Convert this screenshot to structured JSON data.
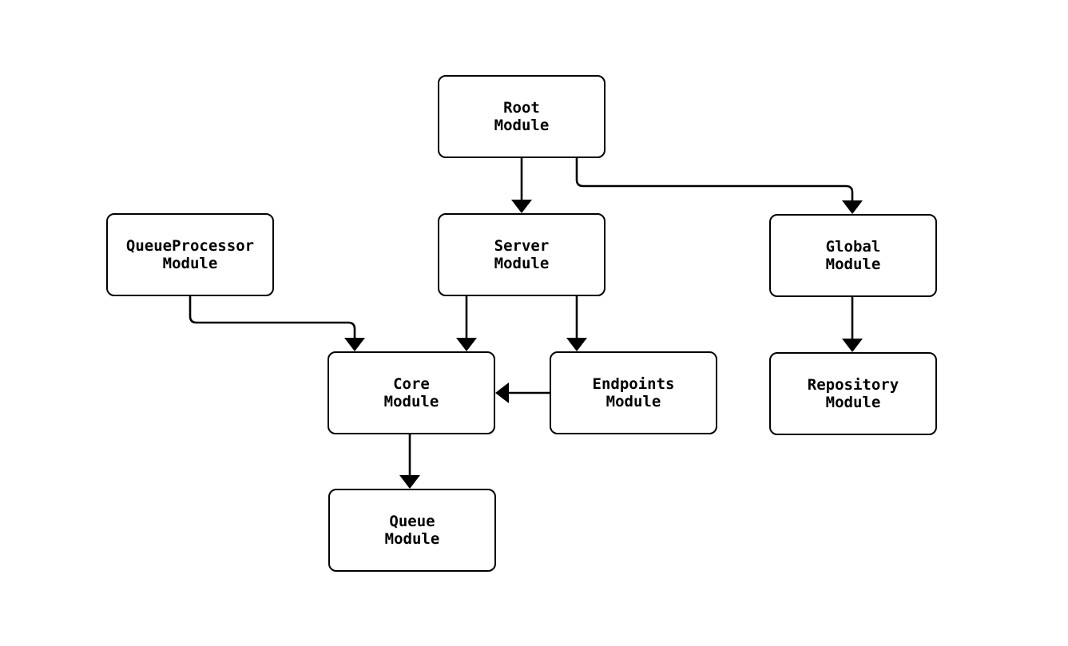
{
  "diagram": {
    "type": "flowchart",
    "direction": "top-down",
    "background_color": "#ffffff",
    "node_fill_color": "#ffffff",
    "node_border_color": "#000000",
    "edge_color": "#000000",
    "text_color": "#000000",
    "nodes": [
      {
        "id": "root",
        "lines": [
          "Root",
          "Module"
        ]
      },
      {
        "id": "queueprocessor",
        "lines": [
          "QueueProcessor",
          "Module"
        ]
      },
      {
        "id": "server",
        "lines": [
          "Server",
          "Module"
        ]
      },
      {
        "id": "global",
        "lines": [
          "Global",
          "Module"
        ]
      },
      {
        "id": "core",
        "lines": [
          "Core",
          "Module"
        ]
      },
      {
        "id": "endpoints",
        "lines": [
          "Endpoints",
          "Module"
        ]
      },
      {
        "id": "repository",
        "lines": [
          "Repository",
          "Module"
        ]
      },
      {
        "id": "queue",
        "lines": [
          "Queue",
          "Module"
        ]
      }
    ],
    "edges": [
      {
        "from": "Root Module",
        "to": "Server Module"
      },
      {
        "from": "Root Module",
        "to": "Global Module"
      },
      {
        "from": "Server Module",
        "to": "Core Module"
      },
      {
        "from": "Server Module",
        "to": "Endpoints Module"
      },
      {
        "from": "QueueProcessor Module",
        "to": "Core Module"
      },
      {
        "from": "Endpoints Module",
        "to": "Core Module"
      },
      {
        "from": "Global Module",
        "to": "Repository Module"
      },
      {
        "from": "Core Module",
        "to": "Queue Module"
      }
    ]
  }
}
